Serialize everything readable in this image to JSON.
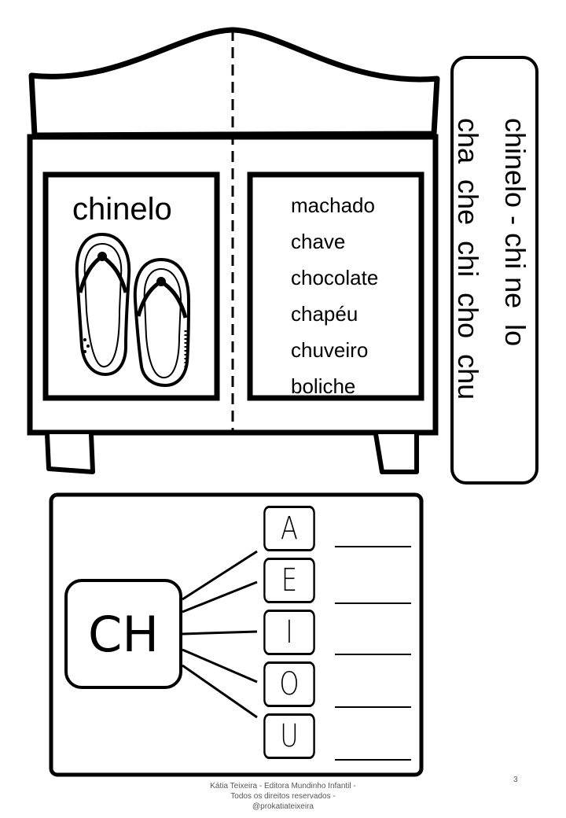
{
  "cabinet": {
    "left_panel": {
      "title": "chinelo",
      "image": "flip-flops-illustration"
    },
    "right_panel": {
      "words": [
        "machado",
        "chave",
        "chocolate",
        "chapéu",
        "chuveiro",
        "boliche"
      ]
    }
  },
  "side_card": {
    "line1": "chinelo - chi ne  lo",
    "line2": "cha  che  chi  cho  chu"
  },
  "exercise": {
    "consonant": "CH",
    "vowels": [
      "A",
      "E",
      "I",
      "O",
      "U"
    ]
  },
  "footer": {
    "line1": "Kátia Teixeira - Editora Mundinho Infantil -",
    "line2": "Todos os direitos reservados -",
    "line3": "@prokatiateixeira",
    "page_number": "3"
  }
}
